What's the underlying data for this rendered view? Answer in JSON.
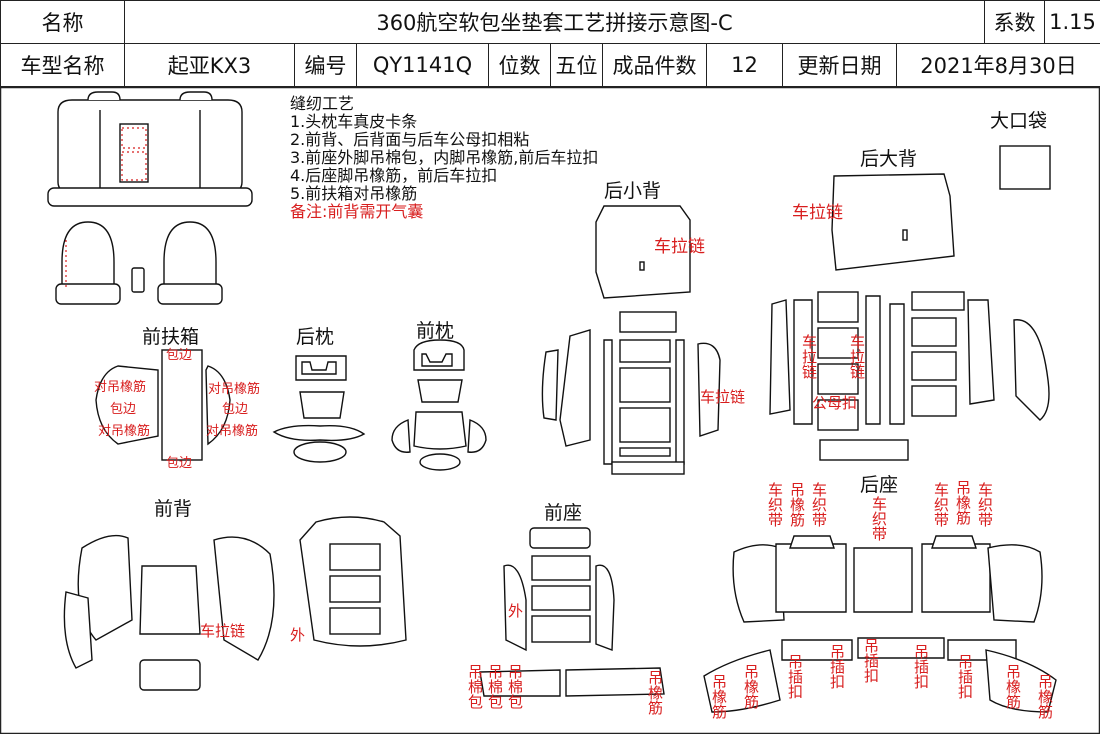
{
  "header": {
    "name_label": "名称",
    "title": "360航空软包坐垫套工艺拼接示意图-C",
    "factor_label": "系数",
    "factor_value": "1.15",
    "model_label": "车型名称",
    "model_value": "起亚KX3",
    "code_label": "编号",
    "code_value": "QY1141Q",
    "seats_label": "位数",
    "seats_value": "五位",
    "pieces_label": "成品件数",
    "pieces_value": "12",
    "date_label": "更新日期",
    "date_value": "2021年8月30日"
  },
  "notes": {
    "title": "缝纫工艺",
    "items": [
      "1.头枕车真皮卡条",
      "2.前背、后背面与后车公母扣相粘",
      "3.前座外脚吊棉包，内脚吊橡筋,前后车拉扣",
      "4.后座脚吊橡筋，前后车拉扣",
      "5.前扶箱对吊橡筋"
    ],
    "remark": "备注:前背需开气囊"
  },
  "part_labels": {
    "big_pocket": "大口袋",
    "rear_big_back": "后大背",
    "rear_small_back": "后小背",
    "front_armrest": "前扶箱",
    "rear_headrest": "后枕",
    "front_headrest": "前枕",
    "front_back": "前背",
    "front_seat": "前座",
    "rear_seat": "后座"
  },
  "red_labels": {
    "zipper": "车拉链",
    "binding": "包边",
    "pair_elastic": "对吊橡筋",
    "outer": "外",
    "hang_cotton_binding": "吊棉包",
    "hang_elastic": "吊橡筋",
    "woven_strap": "车织带",
    "hang_clip": "吊插扣",
    "male_female_clip": "公母扣"
  }
}
